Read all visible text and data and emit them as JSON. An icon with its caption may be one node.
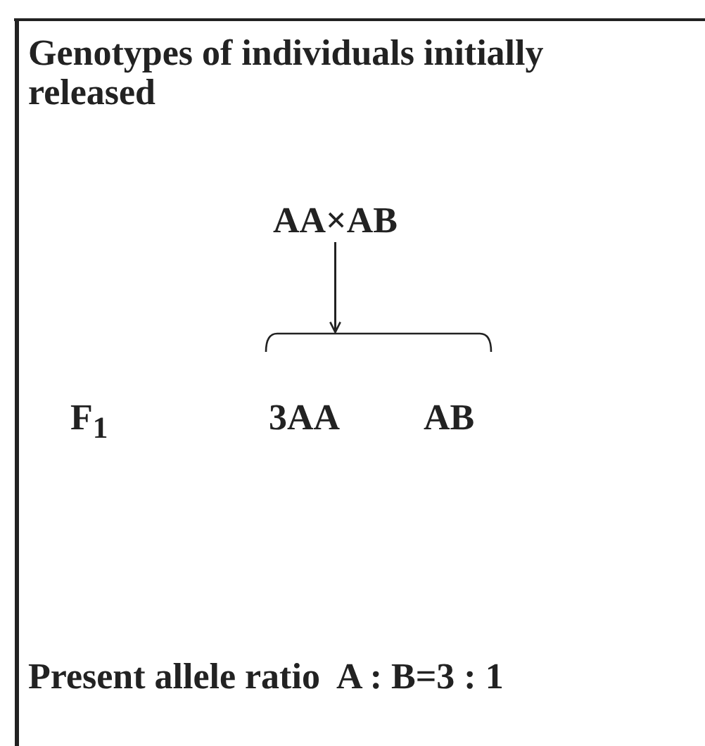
{
  "diagram": {
    "title": "Genotypes of individuals initially released",
    "nodes": [
      {
        "text": [
          "AA×AB"
        ]
      },
      {
        "text": [],
        "shape": "bracket"
      },
      {
        "text": [
          "3AA"
        ]
      },
      {
        "text": [
          "AB"
        ]
      }
    ],
    "edges": [
      {
        "from": 0,
        "to": 1,
        "arrow": "to"
      }
    ],
    "labels": [
      "F$_{1}$",
      "Present allele ratio  A : B=3 : 1"
    ]
  }
}
